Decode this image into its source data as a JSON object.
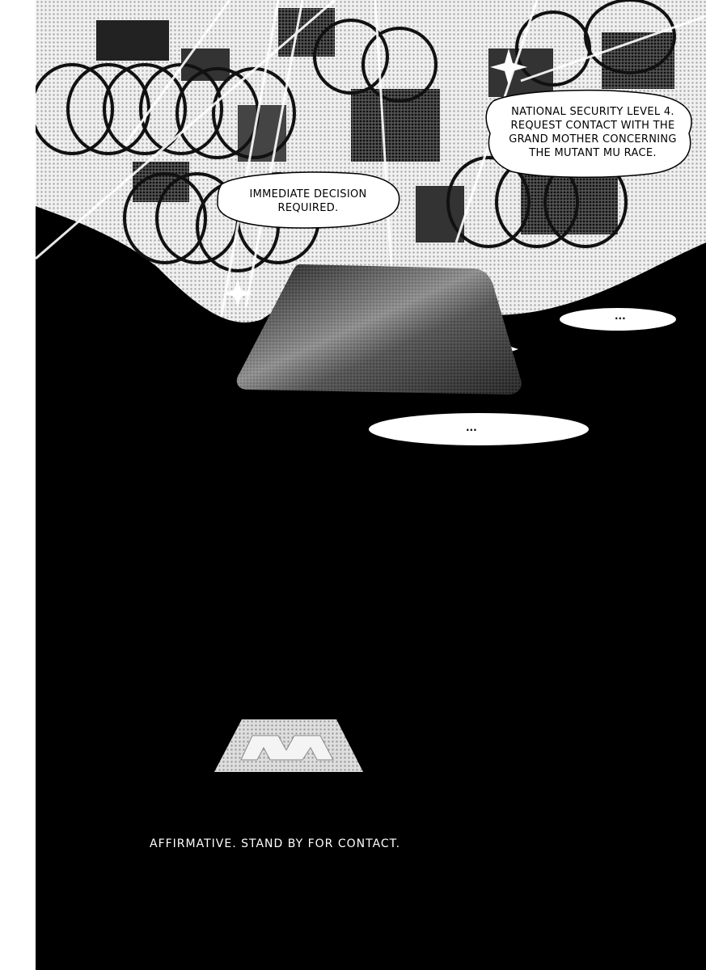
{
  "page": {
    "background_color": "#000000",
    "margin_color": "#ffffff"
  },
  "bubbles": {
    "security": "NATIONAL SECURITY LEVEL 4.\nREQUEST CONTACT WITH THE\nGRAND MOTHER CONCERNING\nTHE MUTANT MU RACE.",
    "decision": "IMMEDIATE DECISION\nREQUIRED.",
    "ellipsis_upper": "...",
    "ellipsis_lower": "..."
  },
  "caption": {
    "text": "AFFIRMATIVE. STAND BY FOR CONTACT."
  },
  "icons": {
    "terminal": "trapezoid-terminal-icon",
    "logo": "m-emblem-icon"
  }
}
